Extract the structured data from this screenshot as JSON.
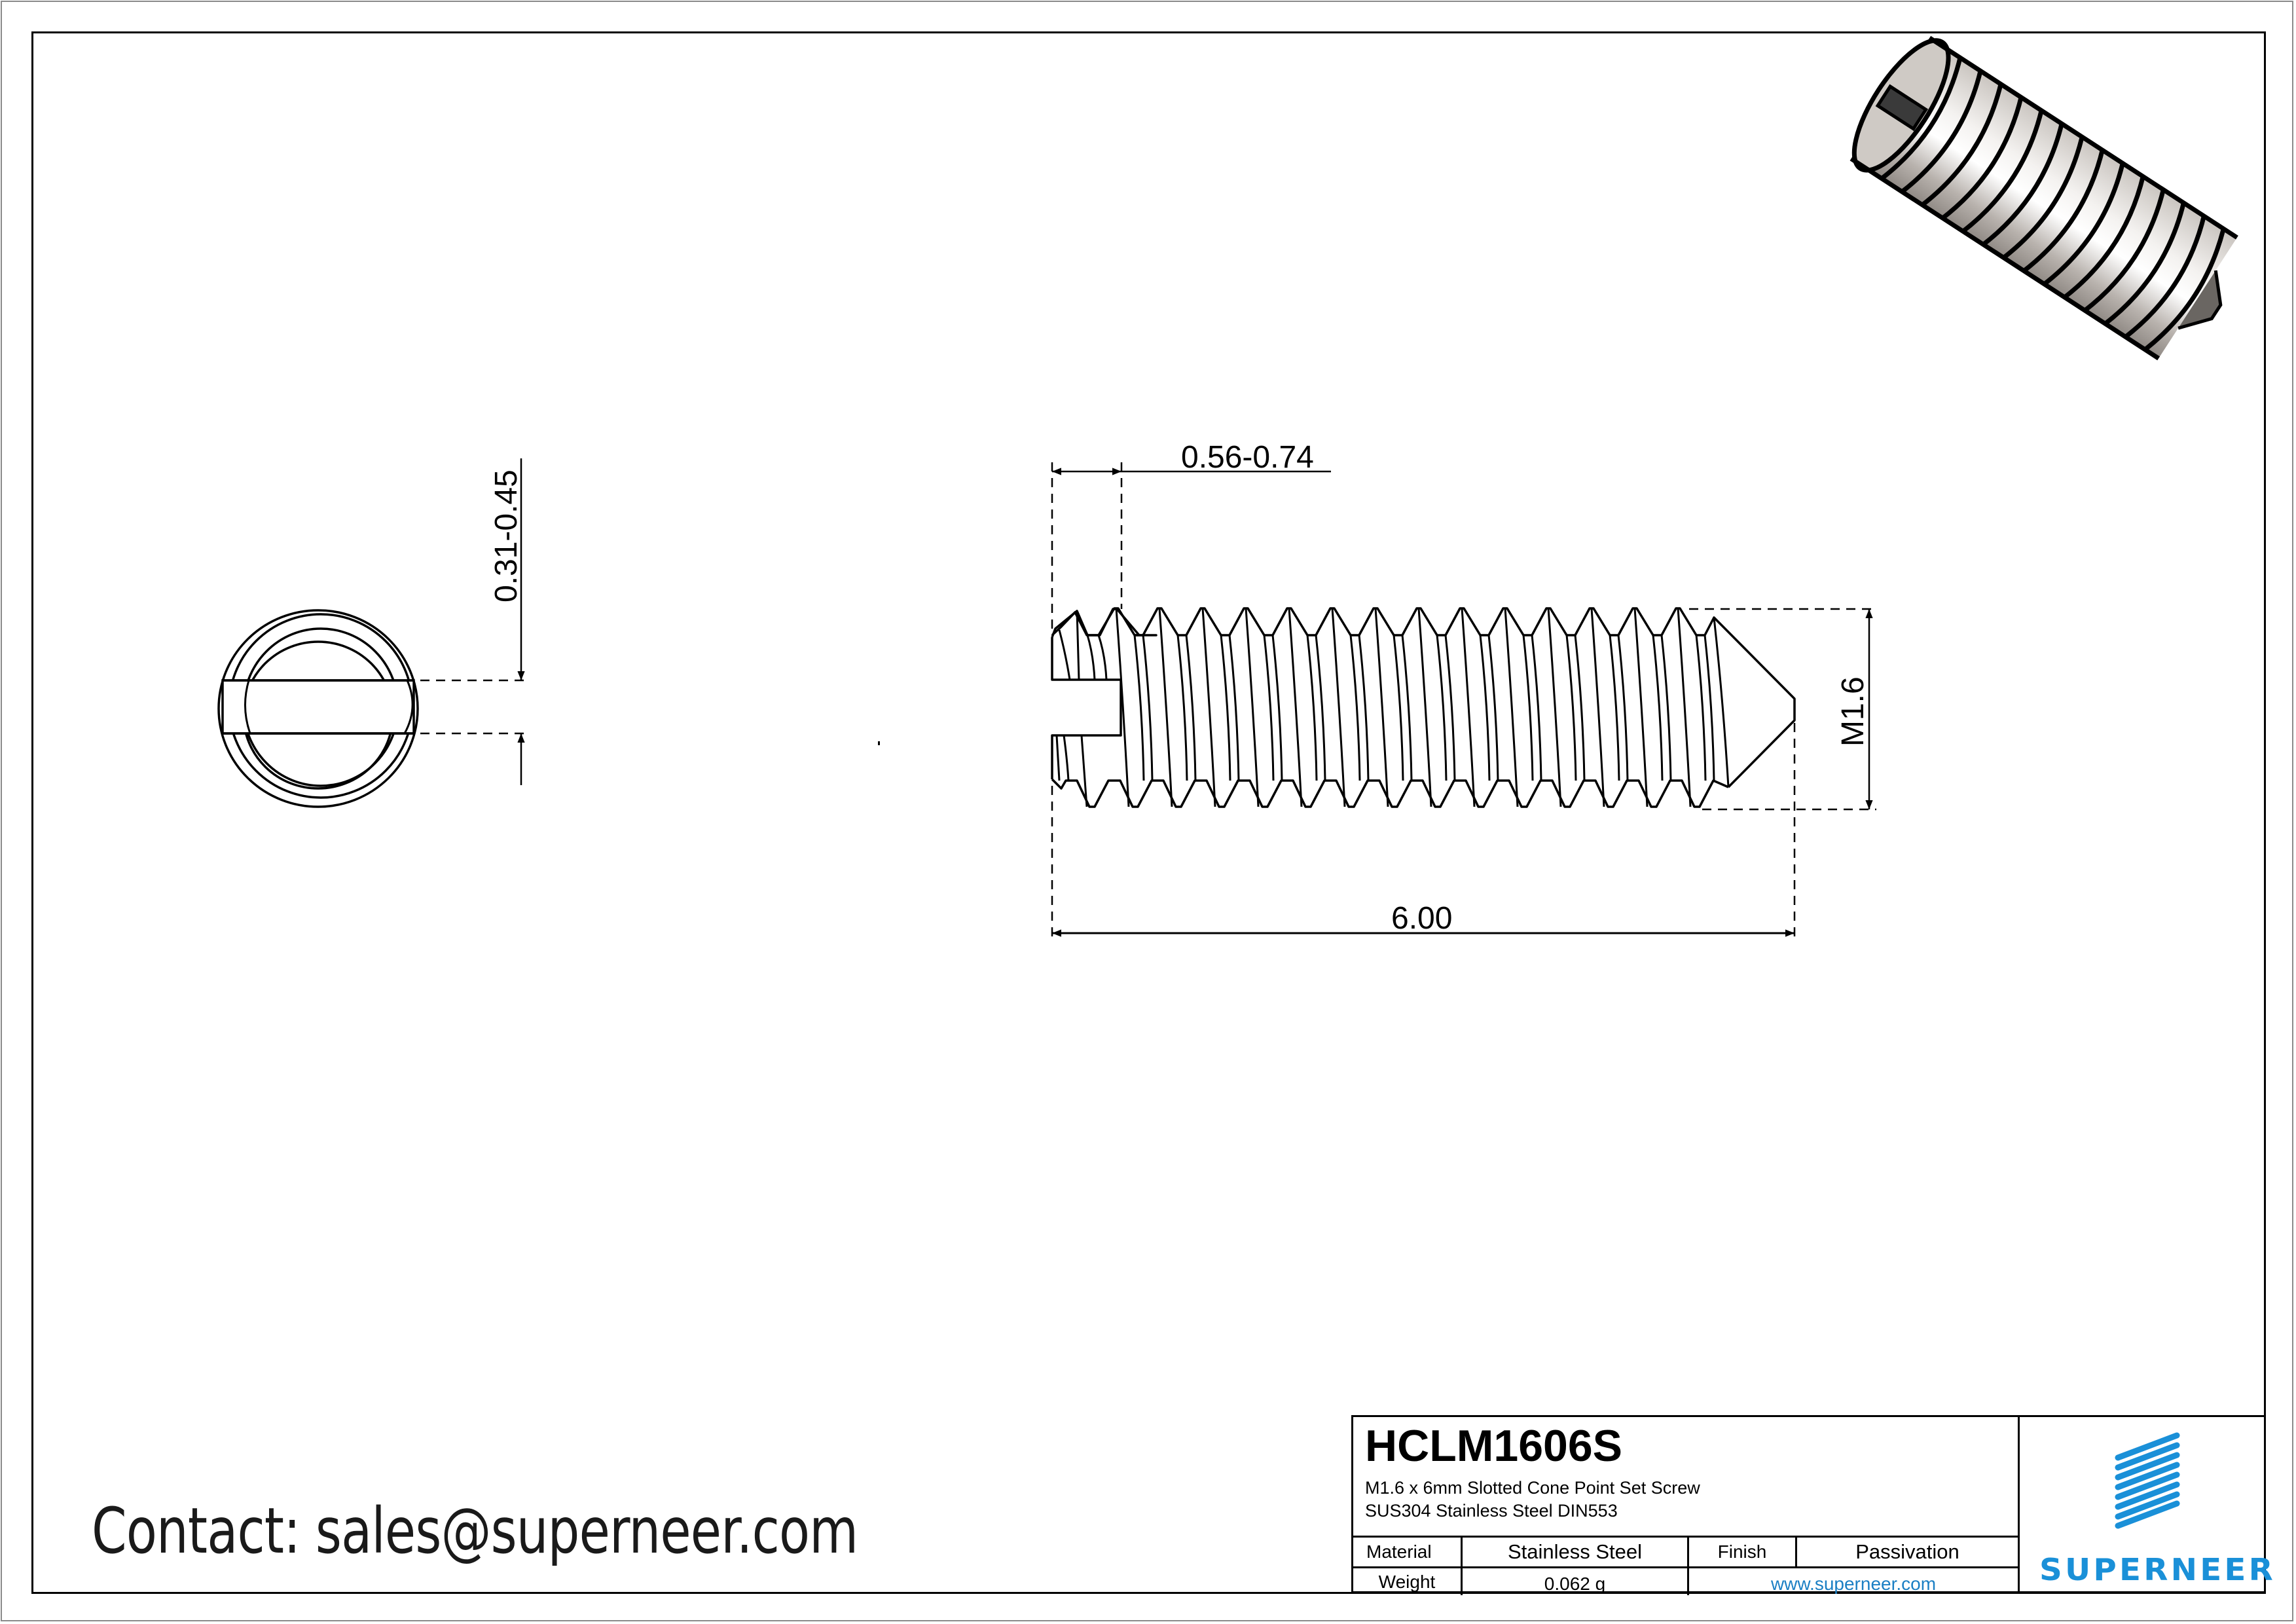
{
  "drawing": {
    "dimensions": {
      "slot_width": "0.31-0.45",
      "slot_depth": "0.56-0.74",
      "thread_size": "M1.6",
      "overall_length": "6.00"
    }
  },
  "contact": {
    "text": "Contact: sales@superneer.com"
  },
  "title_block": {
    "part_number": "HCLM1606S",
    "description_line1": "M1.6 x 6mm Slotted Cone Point Set Screw",
    "description_line2": "SUS304 Stainless Steel DIN553",
    "material_label": "Material",
    "material_value": "Stainless Steel",
    "finish_label": "Finish",
    "finish_value": "Passivation",
    "weight_label": "Weight",
    "weight_value": "0.062 g",
    "website": "www.superneer.com",
    "logo_text": "SUPERNEER"
  },
  "colors": {
    "brand_blue": "#1a90d8",
    "link_blue": "#1b7fc4",
    "line": "#000000"
  }
}
